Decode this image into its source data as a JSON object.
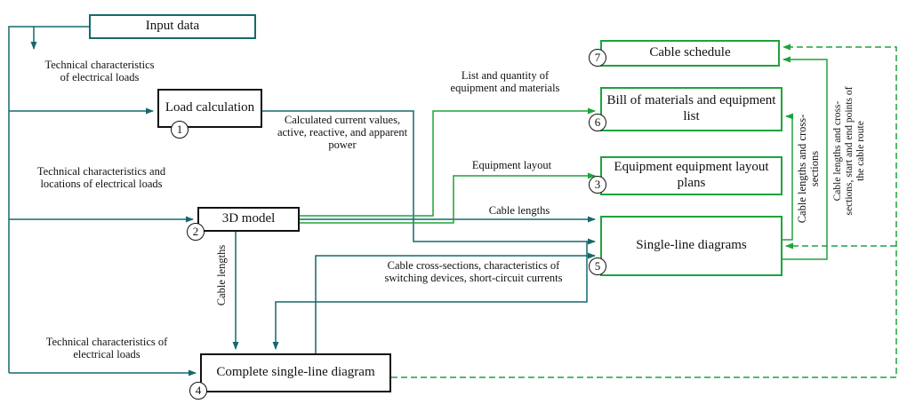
{
  "diagram": {
    "nodes": {
      "input_data": {
        "label": "Input data"
      },
      "load_calculation": {
        "number": "1",
        "label": "Load calculation"
      },
      "model_3d": {
        "number": "2",
        "label": "3D model"
      },
      "equipment_layout_plans": {
        "number": "3",
        "label": "Equipment equipment layout plans"
      },
      "complete_single_line_diagram": {
        "number": "4",
        "label": "Complete single-line diagram"
      },
      "single_line_diagrams": {
        "number": "5",
        "label": "Single-line diagrams"
      },
      "bill_of_materials": {
        "number": "6",
        "label": "Bill of materials and equipment list"
      },
      "cable_schedule": {
        "number": "7",
        "label": "Cable schedule"
      }
    },
    "edge_labels": {
      "tech_loads_top": "Technical characteristics of electrical loads",
      "calculated_current": "Calculated current values, active, reactive, and apparent power",
      "tech_loads_locations": "Technical characteristics and locations of electrical loads",
      "list_quantity": "List and quantity of equipment and materials",
      "equipment_layout": "Equipment layout",
      "cable_lengths": "Cable lengths",
      "cable_lengths_vertical": "Cable lengths",
      "cable_cross_sections": "Cable cross-sections, characteristics of switching devices, short-circuit currents",
      "tech_loads_bottom": "Technical characteristics of electrical loads",
      "feedback_lengths_cross": "Cable lengths and cross-sections",
      "feedback_lengths_route": "Cable lengths and cross-sections, start and end points of the cable route"
    },
    "colors": {
      "input_accent": "#15696b",
      "output_accent": "#1fa33c",
      "process_border": "#111111"
    }
  }
}
